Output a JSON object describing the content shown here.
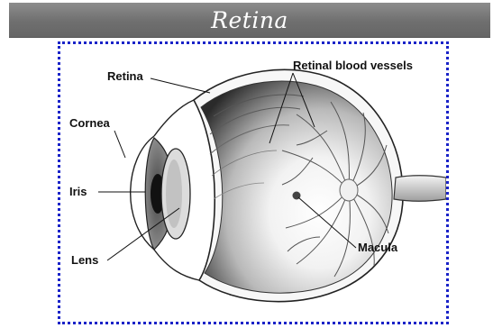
{
  "header": {
    "title": "Retina"
  },
  "diagram": {
    "labels": {
      "retina": "Retina",
      "retinal_blood_vessels": "Retinal blood vessels",
      "cornea": "Cornea",
      "iris": "Iris",
      "lens": "Lens",
      "macula": "Macula"
    },
    "colors": {
      "frame_border": "#1a23c8",
      "header_bg": "#777777",
      "header_text": "#ffffff"
    }
  }
}
